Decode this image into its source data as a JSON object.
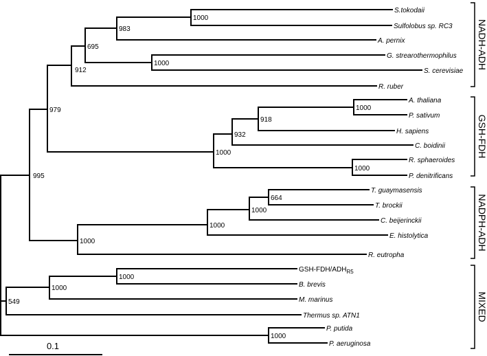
{
  "leaves": [
    {
      "name": "S.tokodaii"
    },
    {
      "name": "Sulfolobus sp. RC3"
    },
    {
      "name": "A. pernix"
    },
    {
      "name": "G. strearothermophilus"
    },
    {
      "name": "S. cerevisiae"
    },
    {
      "name": "R. ruber"
    },
    {
      "name": "A. thaliana"
    },
    {
      "name": "P. sativum"
    },
    {
      "name": "H. sapiens"
    },
    {
      "name": "C. boidinii"
    },
    {
      "name": "R. sphaeroides"
    },
    {
      "name": "P. denitrificans"
    },
    {
      "name": "T. guaymasensis"
    },
    {
      "name": "T. brockii"
    },
    {
      "name": "C. beijerinckii"
    },
    {
      "name": "E. histolytica"
    },
    {
      "name": "R. eutropha"
    },
    {
      "name": "GSH-FDH/ADH",
      "subscript": "R5",
      "italic": false
    },
    {
      "name": "B. brevis"
    },
    {
      "name": "M. marinus"
    },
    {
      "name": "Thermus sp. ATN1"
    },
    {
      "name": "P. putida"
    },
    {
      "name": "P. aeruginosa"
    }
  ],
  "bootstrap": [
    "1000",
    "983",
    "1000",
    "695",
    "912",
    "1000",
    "918",
    "932",
    "1000",
    "1000",
    "979",
    "664",
    "1000",
    "1000",
    "1000",
    "995",
    "1000",
    "1000",
    "549",
    "1000"
  ],
  "groups": [
    "NADH-ADH",
    "GSH-FDH",
    "NADPH-ADH",
    "MIXED"
  ],
  "scale_bar": {
    "label": "0.1"
  }
}
